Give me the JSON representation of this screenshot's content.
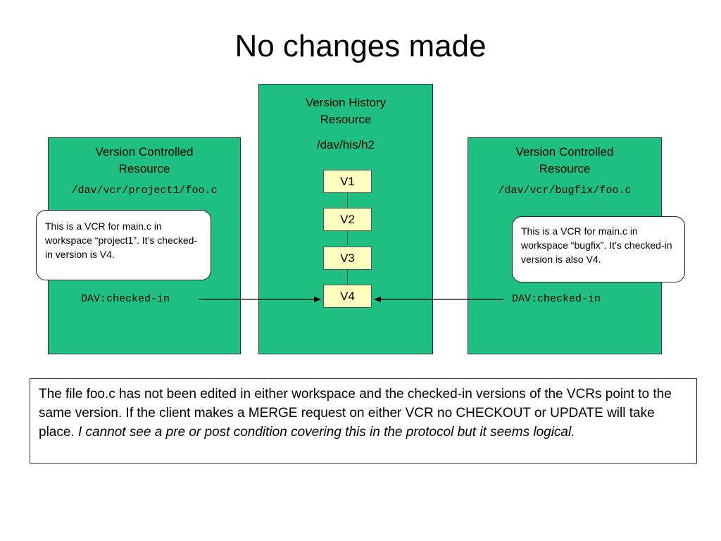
{
  "title": "No changes made",
  "vcr_left": {
    "label_line1": "Version Controlled",
    "label_line2": "Resource",
    "path": "/dav/vcr/project1/foo.c",
    "callout": "This is a VCR for main.c in workspace “project1”.  It’s checked-in version is V4.",
    "checked_in": "DAV:checked-in"
  },
  "version_history": {
    "label_line1": "Version History",
    "label_line2": "Resource",
    "path": "/dav/his/h2",
    "versions": [
      "V1",
      "V2",
      "V3",
      "V4"
    ]
  },
  "vcr_right": {
    "label_line1": "Version Controlled",
    "label_line2": "Resource",
    "path": "/dav/vcr/bugfix/foo.c",
    "callout": "This is a VCR for main.c in workspace “bugfix”.  It’s checked-in version is also V4.",
    "checked_in": "DAV:checked-in"
  },
  "note": {
    "normal": "The file foo.c has not been edited in either workspace and the checked-in versions of the VCRs point to the same version. If the client makes a MERGE request on either VCR no CHECKOUT or UPDATE will take place.  ",
    "italic": "I cannot see a pre or post condition covering this in the protocol but it seems logical."
  },
  "colors": {
    "resource_fill": "#1fbf82",
    "version_fill": "#ffffc0",
    "callout_fill": "#ffffff"
  }
}
